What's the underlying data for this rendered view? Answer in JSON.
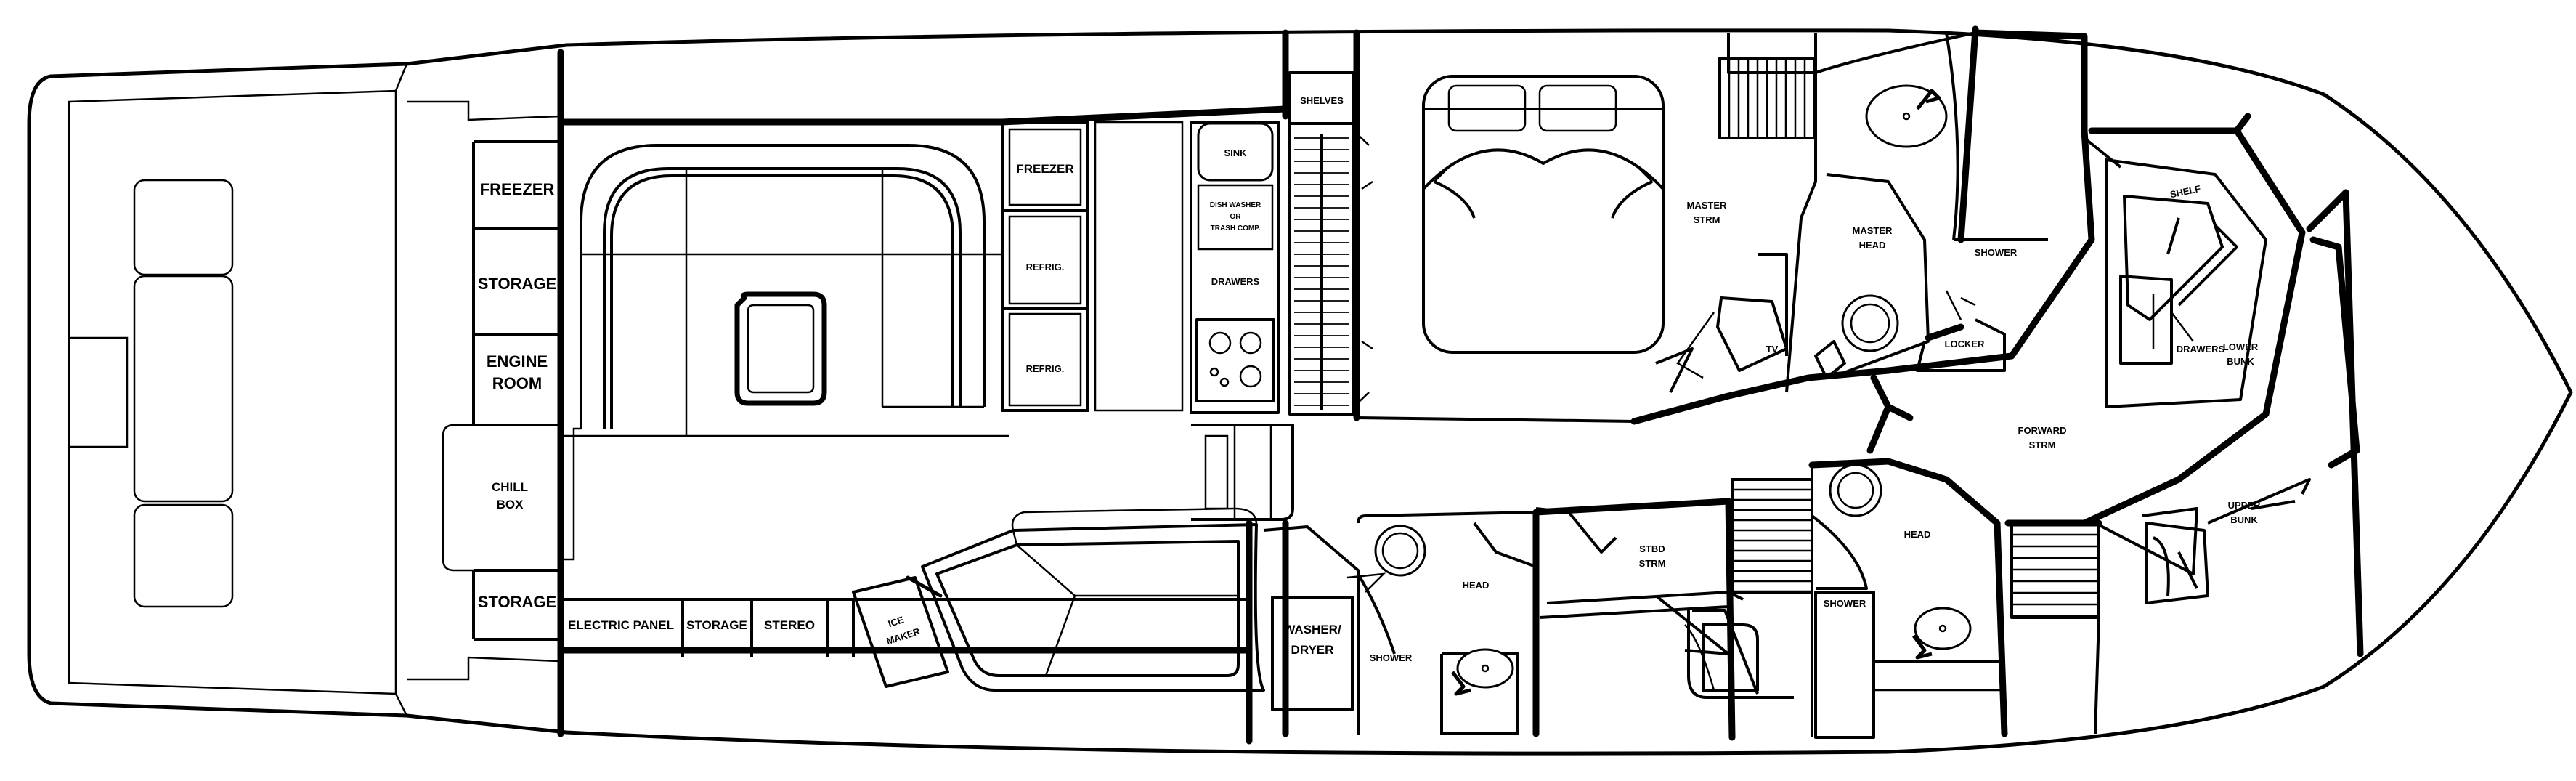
{
  "labels": {
    "freezer_aft": "FREEZER",
    "storage_aft_top": "STORAGE",
    "engine_room_1": "ENGINE",
    "engine_room_2": "ROOM",
    "chill_box_1": "CHILL",
    "chill_box_2": "BOX",
    "storage_aft_bottom": "STORAGE",
    "electric_panel": "ELECTRIC PANEL",
    "storage_salon": "STORAGE",
    "stereo": "STEREO",
    "ice_maker_1": "ICE",
    "ice_maker_2": "MAKER",
    "freezer_galley": "FREEZER",
    "refrig_1": "REFRIG.",
    "refrig_2": "REFRIG.",
    "sink": "SINK",
    "dishwasher_1": "DISH WASHER",
    "dishwasher_2": "OR",
    "dishwasher_3": "TRASH COMP.",
    "drawers_galley": "DRAWERS",
    "shelves": "SHELVES",
    "washer_dryer_1": "WASHER/",
    "washer_dryer_2": "DRYER",
    "master_strm_1": "MASTER",
    "master_strm_2": "STRM",
    "tv": "TV",
    "master_head_1": "MASTER",
    "master_head_2": "HEAD",
    "shower_master": "SHOWER",
    "locker": "LOCKER",
    "shelf": "SHELF",
    "drawers_fwd": "DRAWERS",
    "lower_bunk_1": "LOWER",
    "lower_bunk_2": "BUNK",
    "forward_strm_1": "FORWARD",
    "forward_strm_2": "STRM",
    "upper_bunk_1": "UPPER",
    "upper_bunk_2": "BUNK",
    "head_port": "HEAD",
    "shower_port": "SHOWER",
    "stbd_strm_1": "STBD",
    "stbd_strm_2": "STRM",
    "head_guest": "HEAD",
    "shower_guest": "SHOWER"
  }
}
